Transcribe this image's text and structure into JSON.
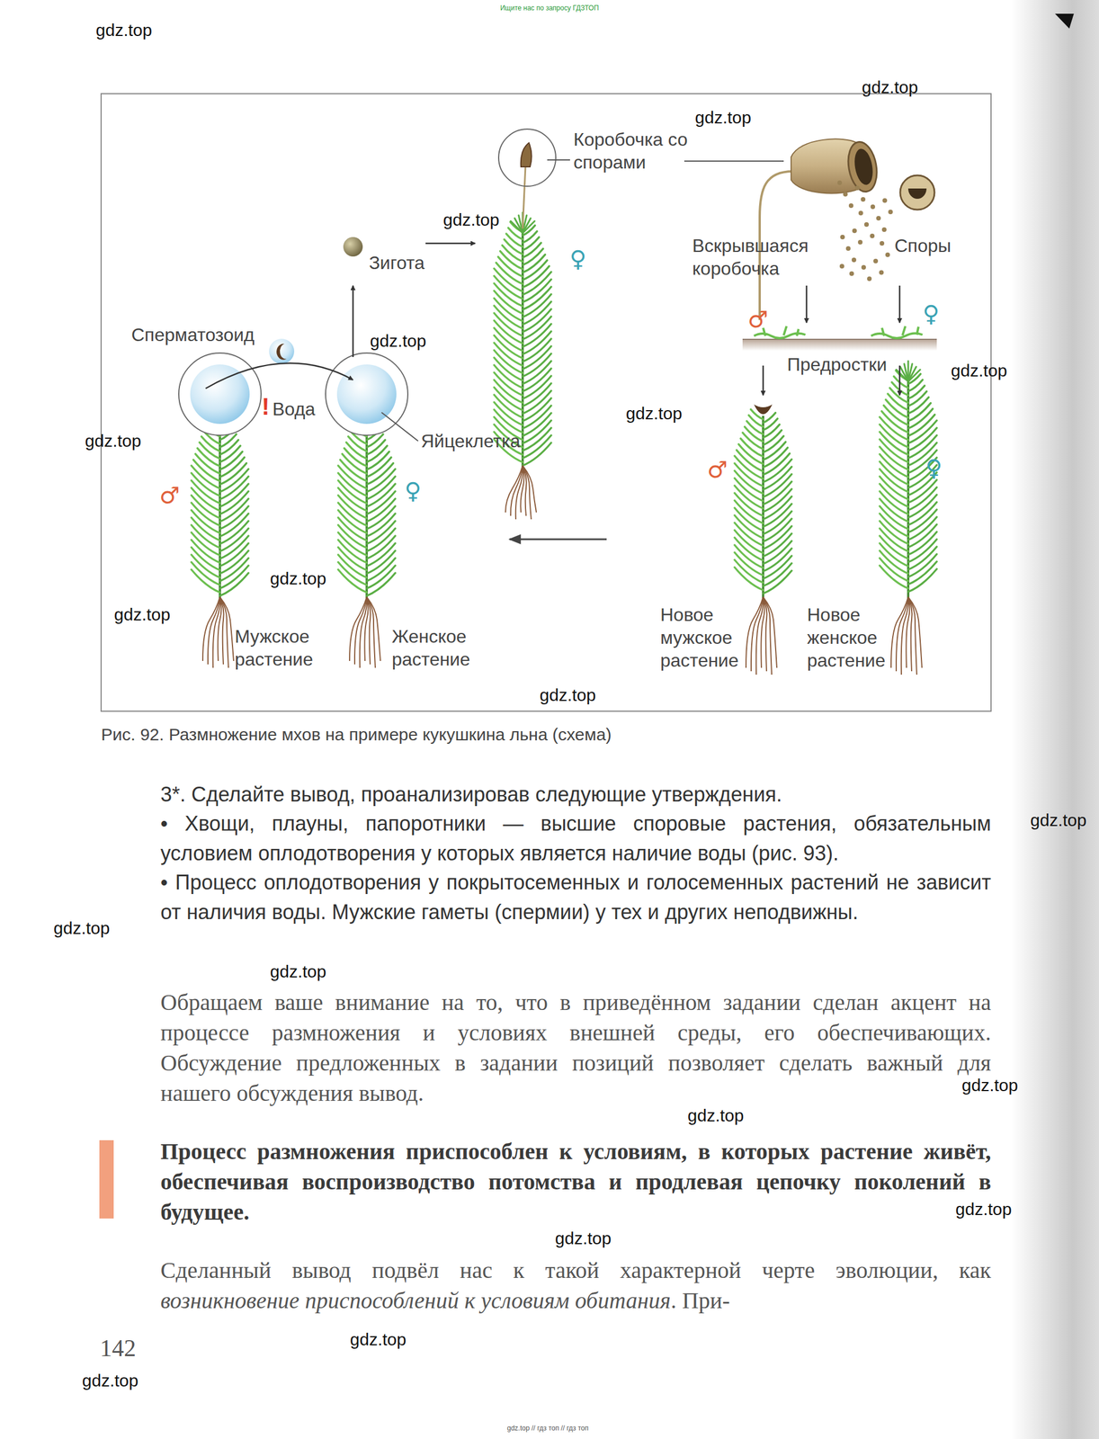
{
  "diagram": {
    "caption": "Рис. 92. Размножение мхов на примере кукушкина льна (схема)",
    "labels": [
      "Ищите нас по запросу ГДЗТОП",
      "gdz.top",
      "gdz.top",
      "gdz.top",
      "gdz.top",
      "gdz.top",
      "gdz.top",
      "gdz.top",
      "gdz.top",
      "gdz.top",
      "gdz.top",
      "gdz.top",
      "gdz.top",
      "gdz.top",
      "gdz.top",
      "gdz.top",
      "gdz.top",
      "gdz.top",
      "gdz.top",
      "gdz.top",
      "gdz.top",
      "gdz.top // гдз топ // гдз топ",
      "Коробочка со спорами",
      "Вскрывшаяся коробочка",
      "Споры",
      "Зигота",
      "Сперматозоид",
      "!",
      "Вода",
      "Яйцеклетка",
      "Предростки",
      "Мужское растение",
      "Женское растение",
      "Новое мужское растение",
      "Новое женское растение",
      "♂",
      "♂",
      "♂",
      "♀",
      "♀",
      "♀",
      "♀",
      "3*. Сделайте вывод, проанализировав следующие утверждения.",
      "• Хвощи, плауны, папоротники — высшие споровые растения, обязательным условием оплодотворения у которых является наличие воды (рис. 93).",
      "• Процесс оплодотворения у покрытосеменных и голосеменных растений не зависит от наличия воды. Мужские гаметы (спермии) у тех и других неподвижны.",
      "Обращаем ваше внимание на то, что в приведённом задании сделан акцент на процессе размножения и условиях внешней среды, его обеспечивающих. Обсуждение предложенных в задании позиций позволяет сделать важный для нашего обсуждения вывод.",
      "Процесс размножения приспособлен к условиям, в которых растение живёт, обеспечивая воспроизводство потомства и продлевая цепочку поколений в будущее.",
      "Сделанный вывод подвёл нас к такой характерной черте эволюции, как ",
      "возникновение приспособлений к условиям обитания",
      ". При-",
      "142"
    ]
  }
}
